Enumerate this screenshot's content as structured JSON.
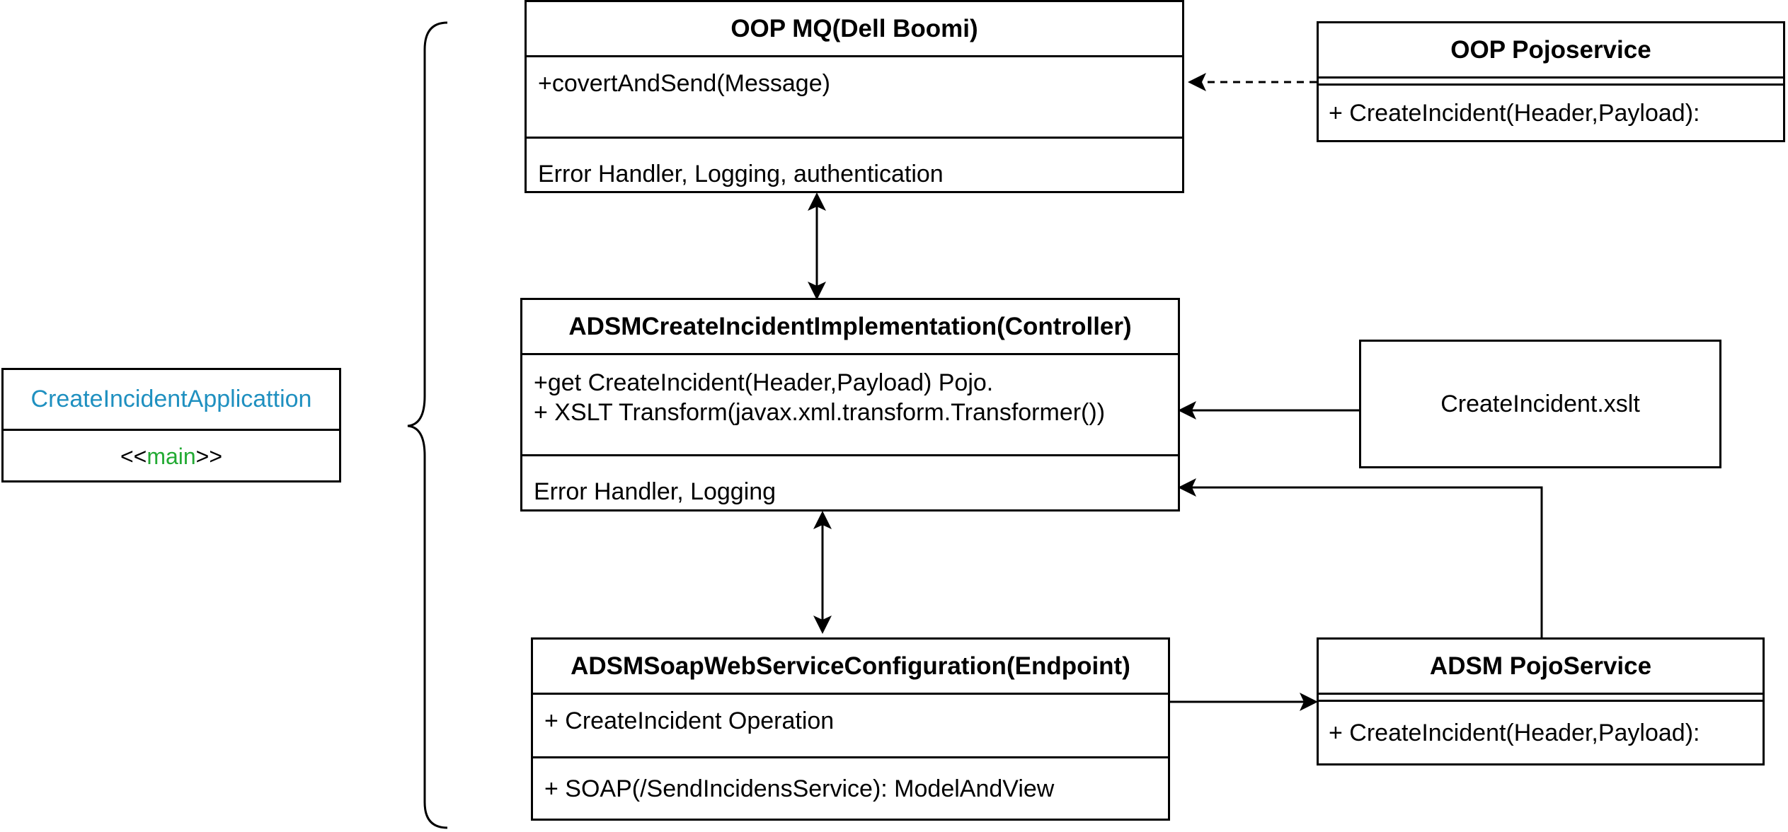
{
  "app_class": {
    "name": "CreateIncidentApplicattion",
    "stereotype_open": "<<",
    "stereotype": "main",
    "stereotype_close": ">>",
    "name_color": "#1f90c0",
    "stereotype_color": "#22aa33"
  },
  "mq": {
    "title": "OOP MQ(Dell Boomi)",
    "methods": [
      "+covertAndSend(Message)"
    ],
    "footer": "Error Handler, Logging, authentication"
  },
  "pojo_oop": {
    "title": "OOP Pojoservice",
    "method": "+ CreateIncident(Header,Payload):"
  },
  "controller": {
    "title": "ADSMCreateIncidentImplementation(Controller)",
    "methods": [
      "+get CreateIncident(Header,Payload) Pojo.",
      "+ XSLT Transform(javax.xml.transform.Transformer())"
    ],
    "footer": "Error Handler, Logging"
  },
  "xslt": {
    "label": "CreateIncident.xslt"
  },
  "endpoint": {
    "title": "ADSMSoapWebServiceConfiguration(Endpoint)",
    "operation": "+ CreateIncident Operation",
    "footer": "+ SOAP(/SendIncidensService): ModelAndView"
  },
  "pojo_adsm": {
    "title": "ADSM PojoService",
    "method": "+ CreateIncident(Header,Payload):"
  }
}
